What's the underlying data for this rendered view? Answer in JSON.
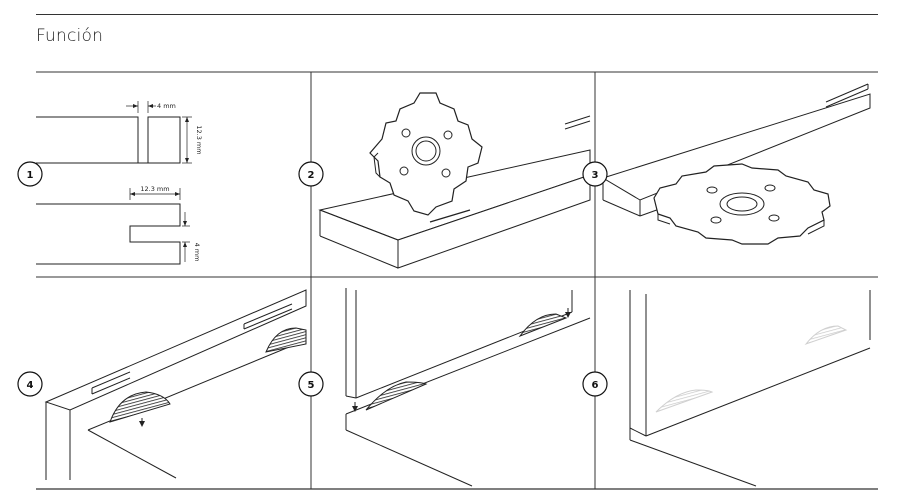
{
  "title": "Función",
  "steps": [
    "1",
    "2",
    "3",
    "4",
    "5",
    "6"
  ],
  "dimensions": {
    "slot_width": "4 mm",
    "slot_depth": "12.3 mm",
    "tongue_depth": "12.3 mm",
    "tongue_thickness": "4 mm"
  }
}
